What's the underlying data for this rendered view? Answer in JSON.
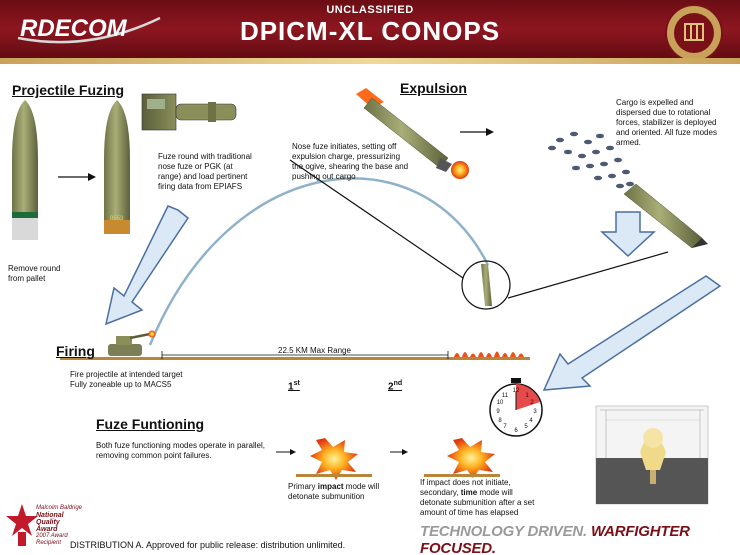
{
  "header": {
    "brand": "RDECOM",
    "classification": "UNCLASSIFIED",
    "title": "DPICM-XL CONOPS"
  },
  "sections": {
    "fuzing": "Projectile Fuzing",
    "expulsion": "Expulsion",
    "firing": "Firing",
    "functioning": "Fuze Funtioning"
  },
  "captions": {
    "remove_round": "Remove round from pallet",
    "fuze_round": "Fuze round with traditional nose fuze or PGK (at range) and load pertinent firing data from EPIAFS",
    "nose_fuze": "Nose fuze initiates, setting off expulsion charge, pressurizing the ogive, shearing the base and pushing out cargo",
    "cargo": "Cargo is expelled and dispersed due to rotational forces, stabilizer is deployed and oriented.  All fuze modes armed.",
    "fire_line1": "Fire projectile at intended target",
    "fire_line2": "Fully zoneable up to MACS5",
    "range": "22.5 KM Max Range",
    "modes": "Both fuze functioning modes operate in parallel, removing common point failures.",
    "impact_pre": "Primary ",
    "impact_bold": "impact",
    "impact_post": " mode will detonate submunition",
    "time_pre": "If impact does not initiate, secondary, ",
    "time_bold": "time",
    "time_post": " mode will detonate submunition after a set amount of time has elapsed"
  },
  "ordinals": {
    "first_num": "1",
    "first_sup": "st",
    "second_num": "2",
    "second_sup": "nd"
  },
  "footer": {
    "distribution": "DISTRIBUTION A.  Approved for public release: distribution unlimited.",
    "slogan_a": "TECHNOLOGY DRIVEN. ",
    "slogan_b": "WARFIGHTER FOCUSED.",
    "award_line1": "Malcolm Baldrige",
    "award_line2": "National",
    "award_line3": "Quality",
    "award_line4": "Award",
    "award_line5": "2007 Award",
    "award_line6": "Recipient"
  },
  "colors": {
    "header": "#8e1620",
    "accent_gold": "#c9a25a",
    "projectile": "#8a8f5a",
    "arrow_fill": "#dbe8f5",
    "arrow_stroke": "#4a6fa0",
    "trajectory": "#8fb2c9",
    "ground": "#b8863a"
  },
  "icons": {
    "seal": "command-seal-icon",
    "award": "quality-award-icon",
    "timer": "timer-clock-icon"
  }
}
